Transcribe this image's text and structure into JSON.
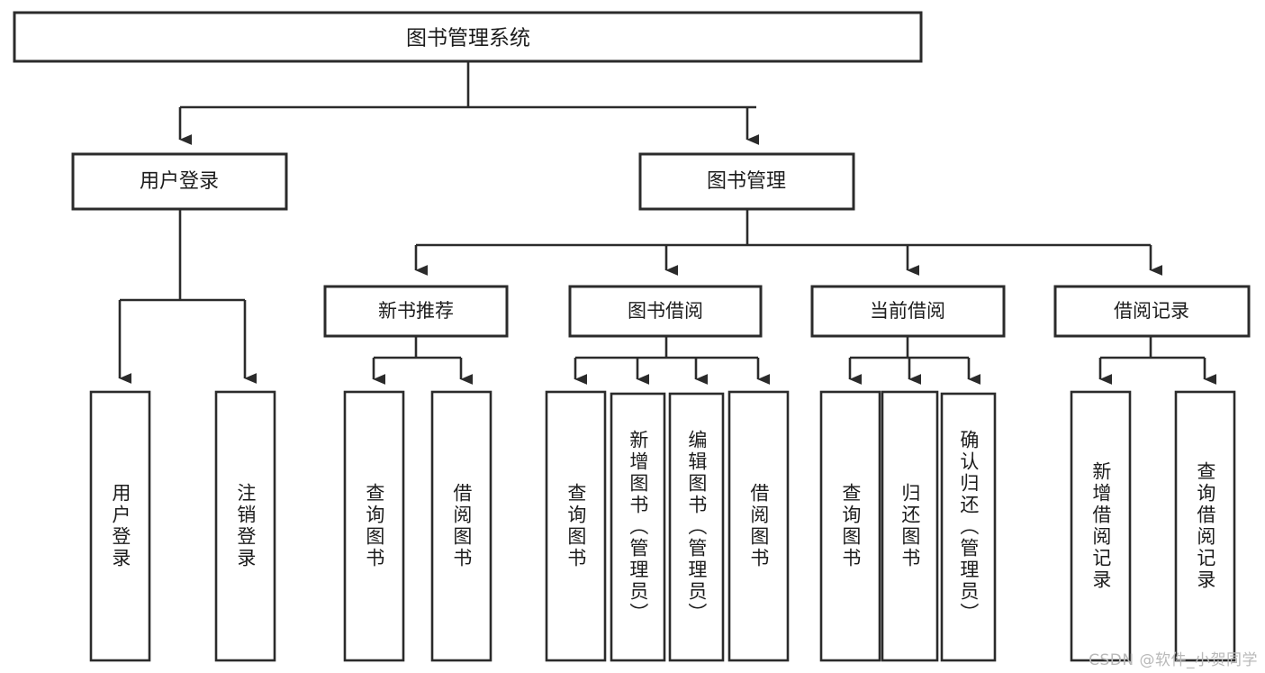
{
  "title": "图书管理系统",
  "watermark": "CSDN @软件_小贺同学",
  "colors": {
    "stroke": "#2b2b2b",
    "fill": "#ffffff",
    "text": "#1c1c1c",
    "watermark": "#b9b9b9"
  },
  "nodes": {
    "root": {
      "label": "图书管理系统"
    },
    "level2": [
      {
        "label": "用户登录"
      },
      {
        "label": "图书管理"
      }
    ],
    "level3": [
      {
        "label": "新书推荐"
      },
      {
        "label": "图书借阅"
      },
      {
        "label": "当前借阅"
      },
      {
        "label": "借阅记录"
      }
    ],
    "leaves": {
      "user_login": [
        {
          "label": "用户登录"
        },
        {
          "label": "注销登录"
        }
      ],
      "new_book_recommend": [
        {
          "label": "查询图书"
        },
        {
          "label": "借阅图书"
        }
      ],
      "book_borrow": [
        {
          "label": "查询图书"
        },
        {
          "label": "新增图书（管理员）"
        },
        {
          "label": "编辑图书（管理员）"
        },
        {
          "label": "借阅图书"
        }
      ],
      "current_borrow": [
        {
          "label": "查询图书"
        },
        {
          "label": "归还图书"
        },
        {
          "label": "确认归还（管理员）"
        }
      ],
      "borrow_record": [
        {
          "label": "新增借阅记录"
        },
        {
          "label": "查询借阅记录"
        }
      ]
    }
  },
  "chart_data": {
    "type": "diagram",
    "diagram_kind": "tree",
    "title": "图书管理系统",
    "orientation": "top-down",
    "tree": {
      "name": "图书管理系统",
      "children": [
        {
          "name": "用户登录",
          "children": [
            {
              "name": "用户登录"
            },
            {
              "name": "注销登录"
            }
          ]
        },
        {
          "name": "图书管理",
          "children": [
            {
              "name": "新书推荐",
              "children": [
                {
                  "name": "查询图书"
                },
                {
                  "name": "借阅图书"
                }
              ]
            },
            {
              "name": "图书借阅",
              "children": [
                {
                  "name": "查询图书"
                },
                {
                  "name": "新增图书（管理员）"
                },
                {
                  "name": "编辑图书（管理员）"
                },
                {
                  "name": "借阅图书"
                }
              ]
            },
            {
              "name": "当前借阅",
              "children": [
                {
                  "name": "查询图书"
                },
                {
                  "name": "归还图书"
                },
                {
                  "name": "确认归还（管理员）"
                }
              ]
            },
            {
              "name": "借阅记录",
              "children": [
                {
                  "name": "新增借阅记录"
                },
                {
                  "name": "查询借阅记录"
                }
              ]
            }
          ]
        }
      ]
    }
  }
}
